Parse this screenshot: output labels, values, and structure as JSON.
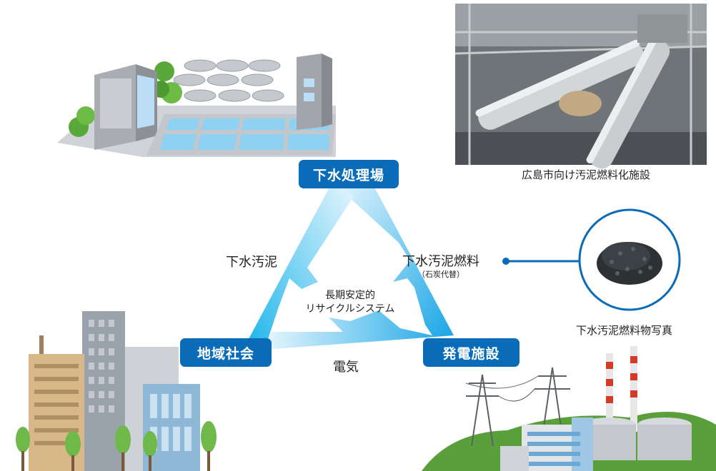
{
  "nodes": {
    "treatment_plant": "下水処理場",
    "community": "地域社会",
    "power_plant": "発電施設"
  },
  "flows": {
    "sludge": "下水汚泥",
    "fuel": "下水汚泥燃料",
    "fuel_note": "（石炭代替）",
    "electricity": "電気"
  },
  "center": {
    "line1": "長期安定的",
    "line2": "リサイクルシステム"
  },
  "captions": {
    "facility_photo": "広島市向け汚泥燃料化施設",
    "fuel_photo": "下水汚泥燃料物写真"
  },
  "colors": {
    "label_bg": "#0a6bb8",
    "cycle_light": "#e6f6fd",
    "cycle_dark": "#1ab3ea"
  }
}
